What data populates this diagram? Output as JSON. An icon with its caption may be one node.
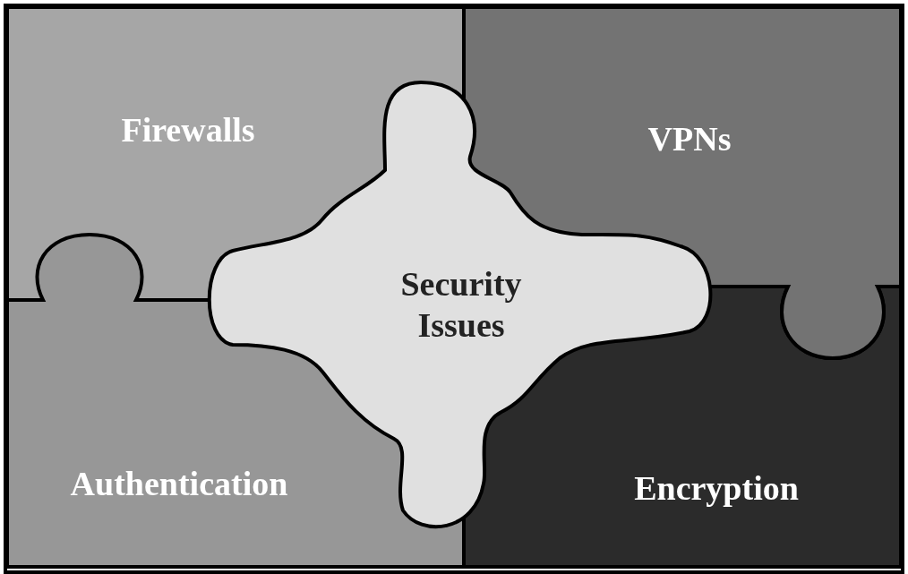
{
  "diagram": {
    "nodes": [
      {
        "text": [
          "Firewalls"
        ]
      },
      {
        "text": [
          "VPNs"
        ]
      },
      {
        "text": [
          "Security Issues"
        ]
      },
      {
        "text": [
          "Authentication"
        ]
      },
      {
        "text": [
          "Encryption"
        ]
      }
    ]
  }
}
